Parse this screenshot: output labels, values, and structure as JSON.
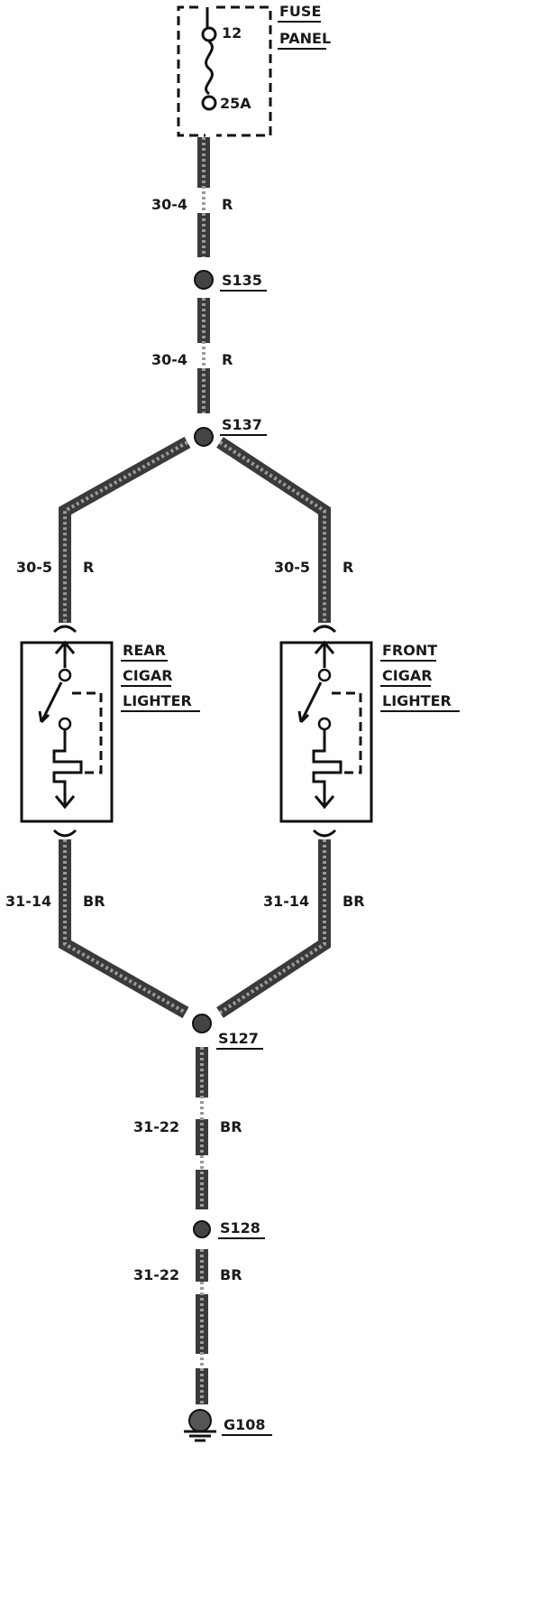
{
  "fuse_panel": {
    "title_line1": "FUSE",
    "title_line2": "PANEL",
    "fuse_number": "12",
    "fuse_rating": "25A"
  },
  "wires": {
    "w1": {
      "circuit": "30-4",
      "color": "R"
    },
    "w2": {
      "circuit": "30-4",
      "color": "R"
    },
    "w3_left": {
      "circuit": "30-5",
      "color": "R"
    },
    "w3_right": {
      "circuit": "30-5",
      "color": "R"
    },
    "w4_left": {
      "circuit": "31-14",
      "color": "BR"
    },
    "w4_right": {
      "circuit": "31-14",
      "color": "BR"
    },
    "w5": {
      "circuit": "31-22",
      "color": "BR"
    },
    "w6": {
      "circuit": "31-22",
      "color": "BR"
    }
  },
  "splices": {
    "s135": "S135",
    "s137": "S137",
    "s127": "S127",
    "s128": "S128"
  },
  "ground": "G108",
  "rear_lighter": {
    "line1": "REAR",
    "line2": "CIGAR",
    "line3": "LIGHTER"
  },
  "front_lighter": {
    "line1": "FRONT",
    "line2": "CIGAR",
    "line3": "LIGHTER"
  }
}
